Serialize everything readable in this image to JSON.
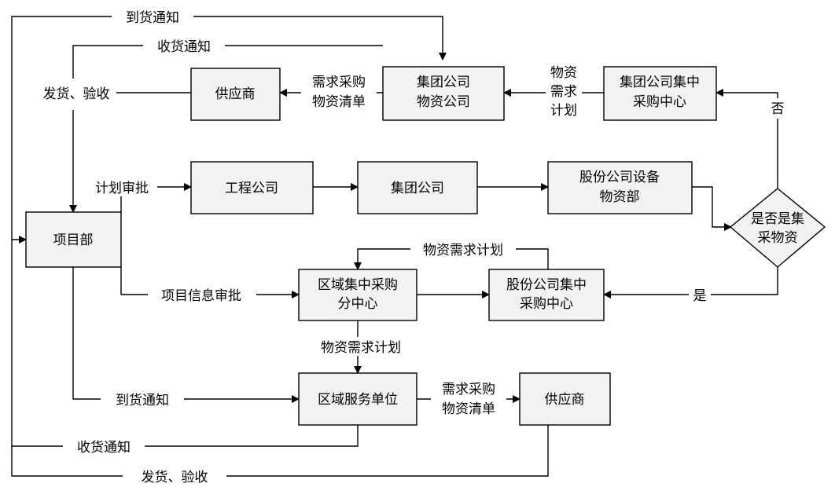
{
  "nodes": {
    "project_dept": "项目部",
    "supplier_top": "供应商",
    "group_material_l1": "集团公司",
    "group_material_l2": "物资公司",
    "group_central_l1": "集团公司集中",
    "group_central_l2": "采购中心",
    "engineering": "工程公司",
    "group_company": "集团公司",
    "equip_dept_l1": "股份公司设备",
    "equip_dept_l2": "物资部",
    "decision_l1": "是否是集",
    "decision_l2": "采物资",
    "regional_center_l1": "区域集中采购",
    "regional_center_l2": "分中心",
    "share_central_l1": "股份公司集中",
    "share_central_l2": "采购中心",
    "regional_service": "区域服务单位",
    "supplier_bottom": "供应商"
  },
  "labels": {
    "arrival_top": "到货通知",
    "receipt_top": "收货通知",
    "ship_accept_top": "发货、验收",
    "demand_list_top_l1": "需求采购",
    "demand_list_top_l2": "物资清单",
    "material_plan_vert_l1": "物资",
    "material_plan_vert_l2": "需求",
    "material_plan_vert_l3": "计划",
    "no": "否",
    "plan_approval": "计划审批",
    "project_info_approval": "项目信息审批",
    "material_plan_loop": "物资需求计划",
    "yes": "是",
    "material_plan_down": "物资需求计划",
    "arrival_bottom": "到货通知",
    "demand_list_bottom_l1": "需求采购",
    "demand_list_bottom_l2": "物资清单",
    "receipt_bottom": "收货通知",
    "ship_accept_bottom": "发货、验收"
  }
}
